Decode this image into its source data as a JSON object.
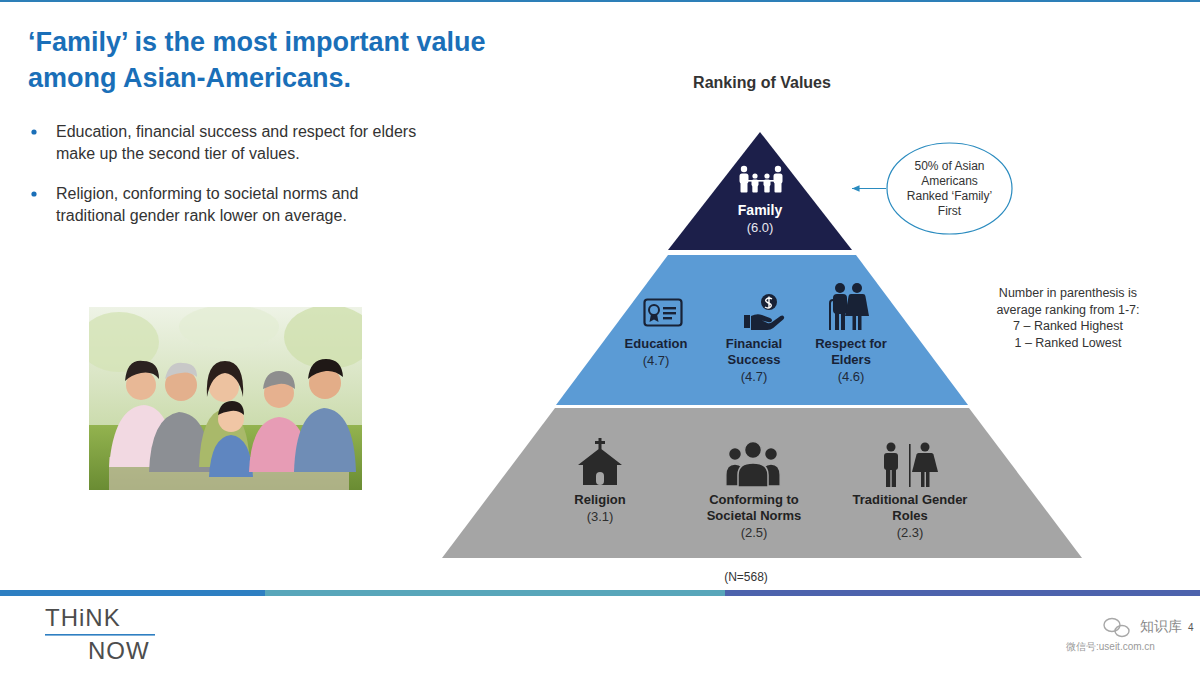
{
  "diagram": {
    "title": "‘Family’ is the most important value among Asian-Americans.",
    "nodes": [
      {
        "text": [
          "Family",
          "(6.0)"
        ]
      },
      {
        "text": [
          "Education",
          "(4.7)",
          "Financial Success",
          "(4.7)",
          "Respect for Elders",
          "(4.6)"
        ]
      },
      {
        "text": [
          "Religion",
          "(3.1)",
          "Conforming to Societal Norms",
          "(2.5)",
          "Traditional Gender Roles",
          "(2.3)"
        ]
      },
      {
        "text": [
          "50% of Asian Americans Ranked ‘Family’ First"
        ]
      }
    ],
    "edges": [
      {
        "from": 3,
        "to": 0,
        "arrow": "to"
      }
    ],
    "labels": [
      "Education, financial success and respect for elders make up the second tier of values.",
      "Religion, conforming to societal norms and traditional gender rank lower on average.",
      "Ranking of Values",
      "Number in parenthesis is average ranking from 1-7:",
      "7 – Ranked Highest",
      "1 – Ranked Lowest",
      "(N=568)",
      "THiNK",
      "NOW",
      "知识库",
      "微信号:useit.com.cn",
      "4"
    ]
  }
}
